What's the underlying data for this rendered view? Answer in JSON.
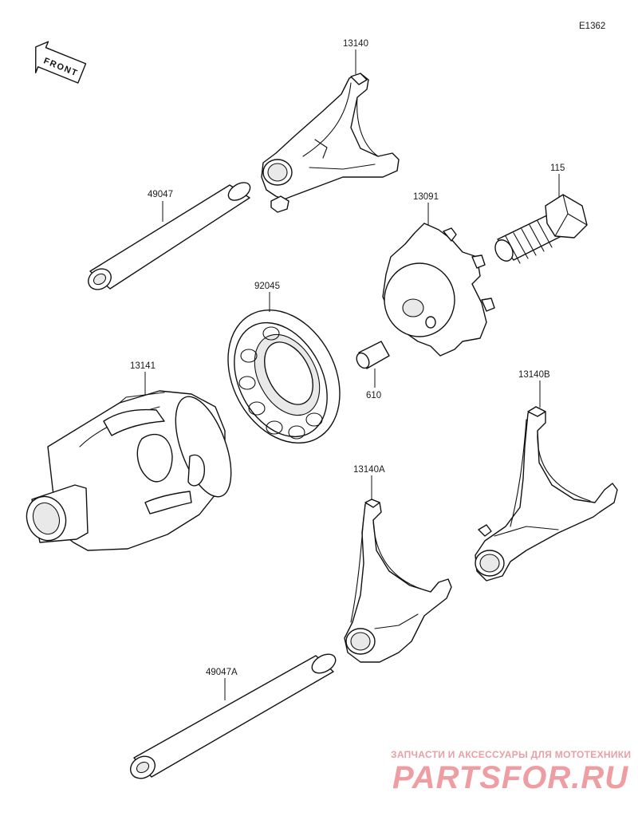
{
  "diagram_code": "E1362",
  "direction_label": "FRONT",
  "parts": {
    "fork_top": "13140",
    "shaft_top": "49047",
    "bolt": "115",
    "cam_plate": "13091",
    "bearing": "92045",
    "pin": "610",
    "drum": "13141",
    "fork_right": "13140B",
    "fork_center": "13140A",
    "shaft_bottom": "49047A"
  },
  "watermark": {
    "line1": "ЗАПЧАСТИ И АКСЕССУАРЫ ДЛЯ МОТОТЕХНИКИ",
    "line2": "PARTSFOR.RU"
  }
}
